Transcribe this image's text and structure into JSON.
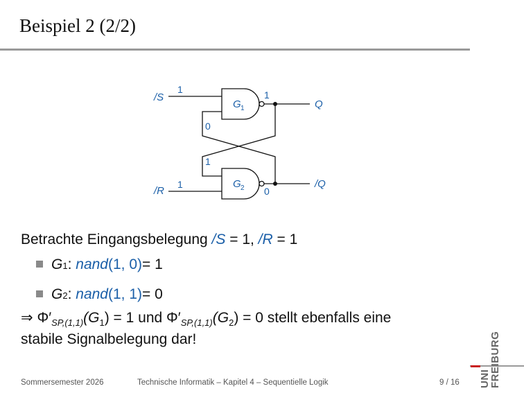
{
  "slide": {
    "title": "Beispiel 2 (2/2)"
  },
  "circuit": {
    "input_s": "/S",
    "input_r": "/R",
    "output_q": "Q",
    "output_nq": "/Q",
    "gate1": "G",
    "gate1_sub": "1",
    "gate2": "G",
    "gate2_sub": "2",
    "val_s": "1",
    "val_q": "1",
    "val_g1_in2": "0",
    "val_g2_in1": "1",
    "val_r": "1",
    "val_nq": "0"
  },
  "content": {
    "line1_prefix": "Betrachte Eingangsbelegung ",
    "line1_s": "/S",
    "line1_s_eq": " = 1, ",
    "line1_r": "/R",
    "line1_r_eq": " = 1",
    "bullets": [
      {
        "gate": "G",
        "sub": "1",
        "sep": " : ",
        "fn": "nand",
        "args": "(1, 0)",
        "result": " = 1"
      },
      {
        "gate": "G",
        "sub": "2",
        "sep": " : ",
        "fn": "nand",
        "args": "(1, 1)",
        "result": " = 0"
      }
    ],
    "conclusion_arrow": "⇒ ",
    "phi": "Φ′",
    "phi_sub": "SP,(1,1)",
    "g1_open": "(G",
    "g1_sub": "1",
    "g1_close": ") = 1 und ",
    "g2_open": "(G",
    "g2_sub": "2",
    "g2_close": ") = 0 stellt ebenfalls eine",
    "conclusion_line2": "stabile Signalbelegung dar!"
  },
  "footer": {
    "semester": "Sommersemester 2026",
    "course": "Technische Informatik –  Kapitel 4 – Sequentielle Logik",
    "page": "9 / 16"
  },
  "logo": {
    "line1": "UNI",
    "line2": "FREIBURG"
  }
}
